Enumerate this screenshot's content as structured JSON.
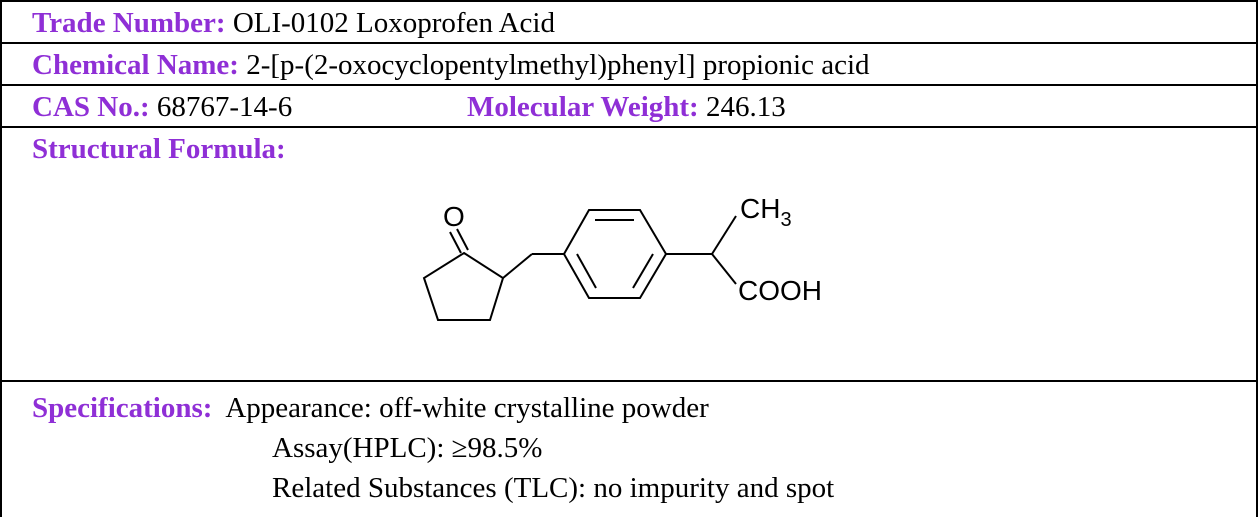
{
  "trade": {
    "label": "Trade Number:",
    "value": " OLI-0102 Loxoprofen Acid"
  },
  "chemical": {
    "label": "Chemical Name:",
    "value": " 2-[p-(2-oxocyclopentylmethyl)phenyl] propionic acid"
  },
  "cas": {
    "label": "CAS No.:",
    "value": " 68767-14-6"
  },
  "mw": {
    "label": "Molecular Weight:",
    "value": " 246.13"
  },
  "structure": {
    "label": "Structural Formula:",
    "atom_o": "O",
    "atom_ch3": "CH",
    "atom_ch3_sub": "3",
    "atom_cooh": "COOH"
  },
  "specs": {
    "label": "Specifications:",
    "items": [
      "Appearance: off-white crystalline powder",
      "Assay(HPLC): ≥98.5%",
      "Related Substances (TLC): no impurity and spot"
    ]
  }
}
